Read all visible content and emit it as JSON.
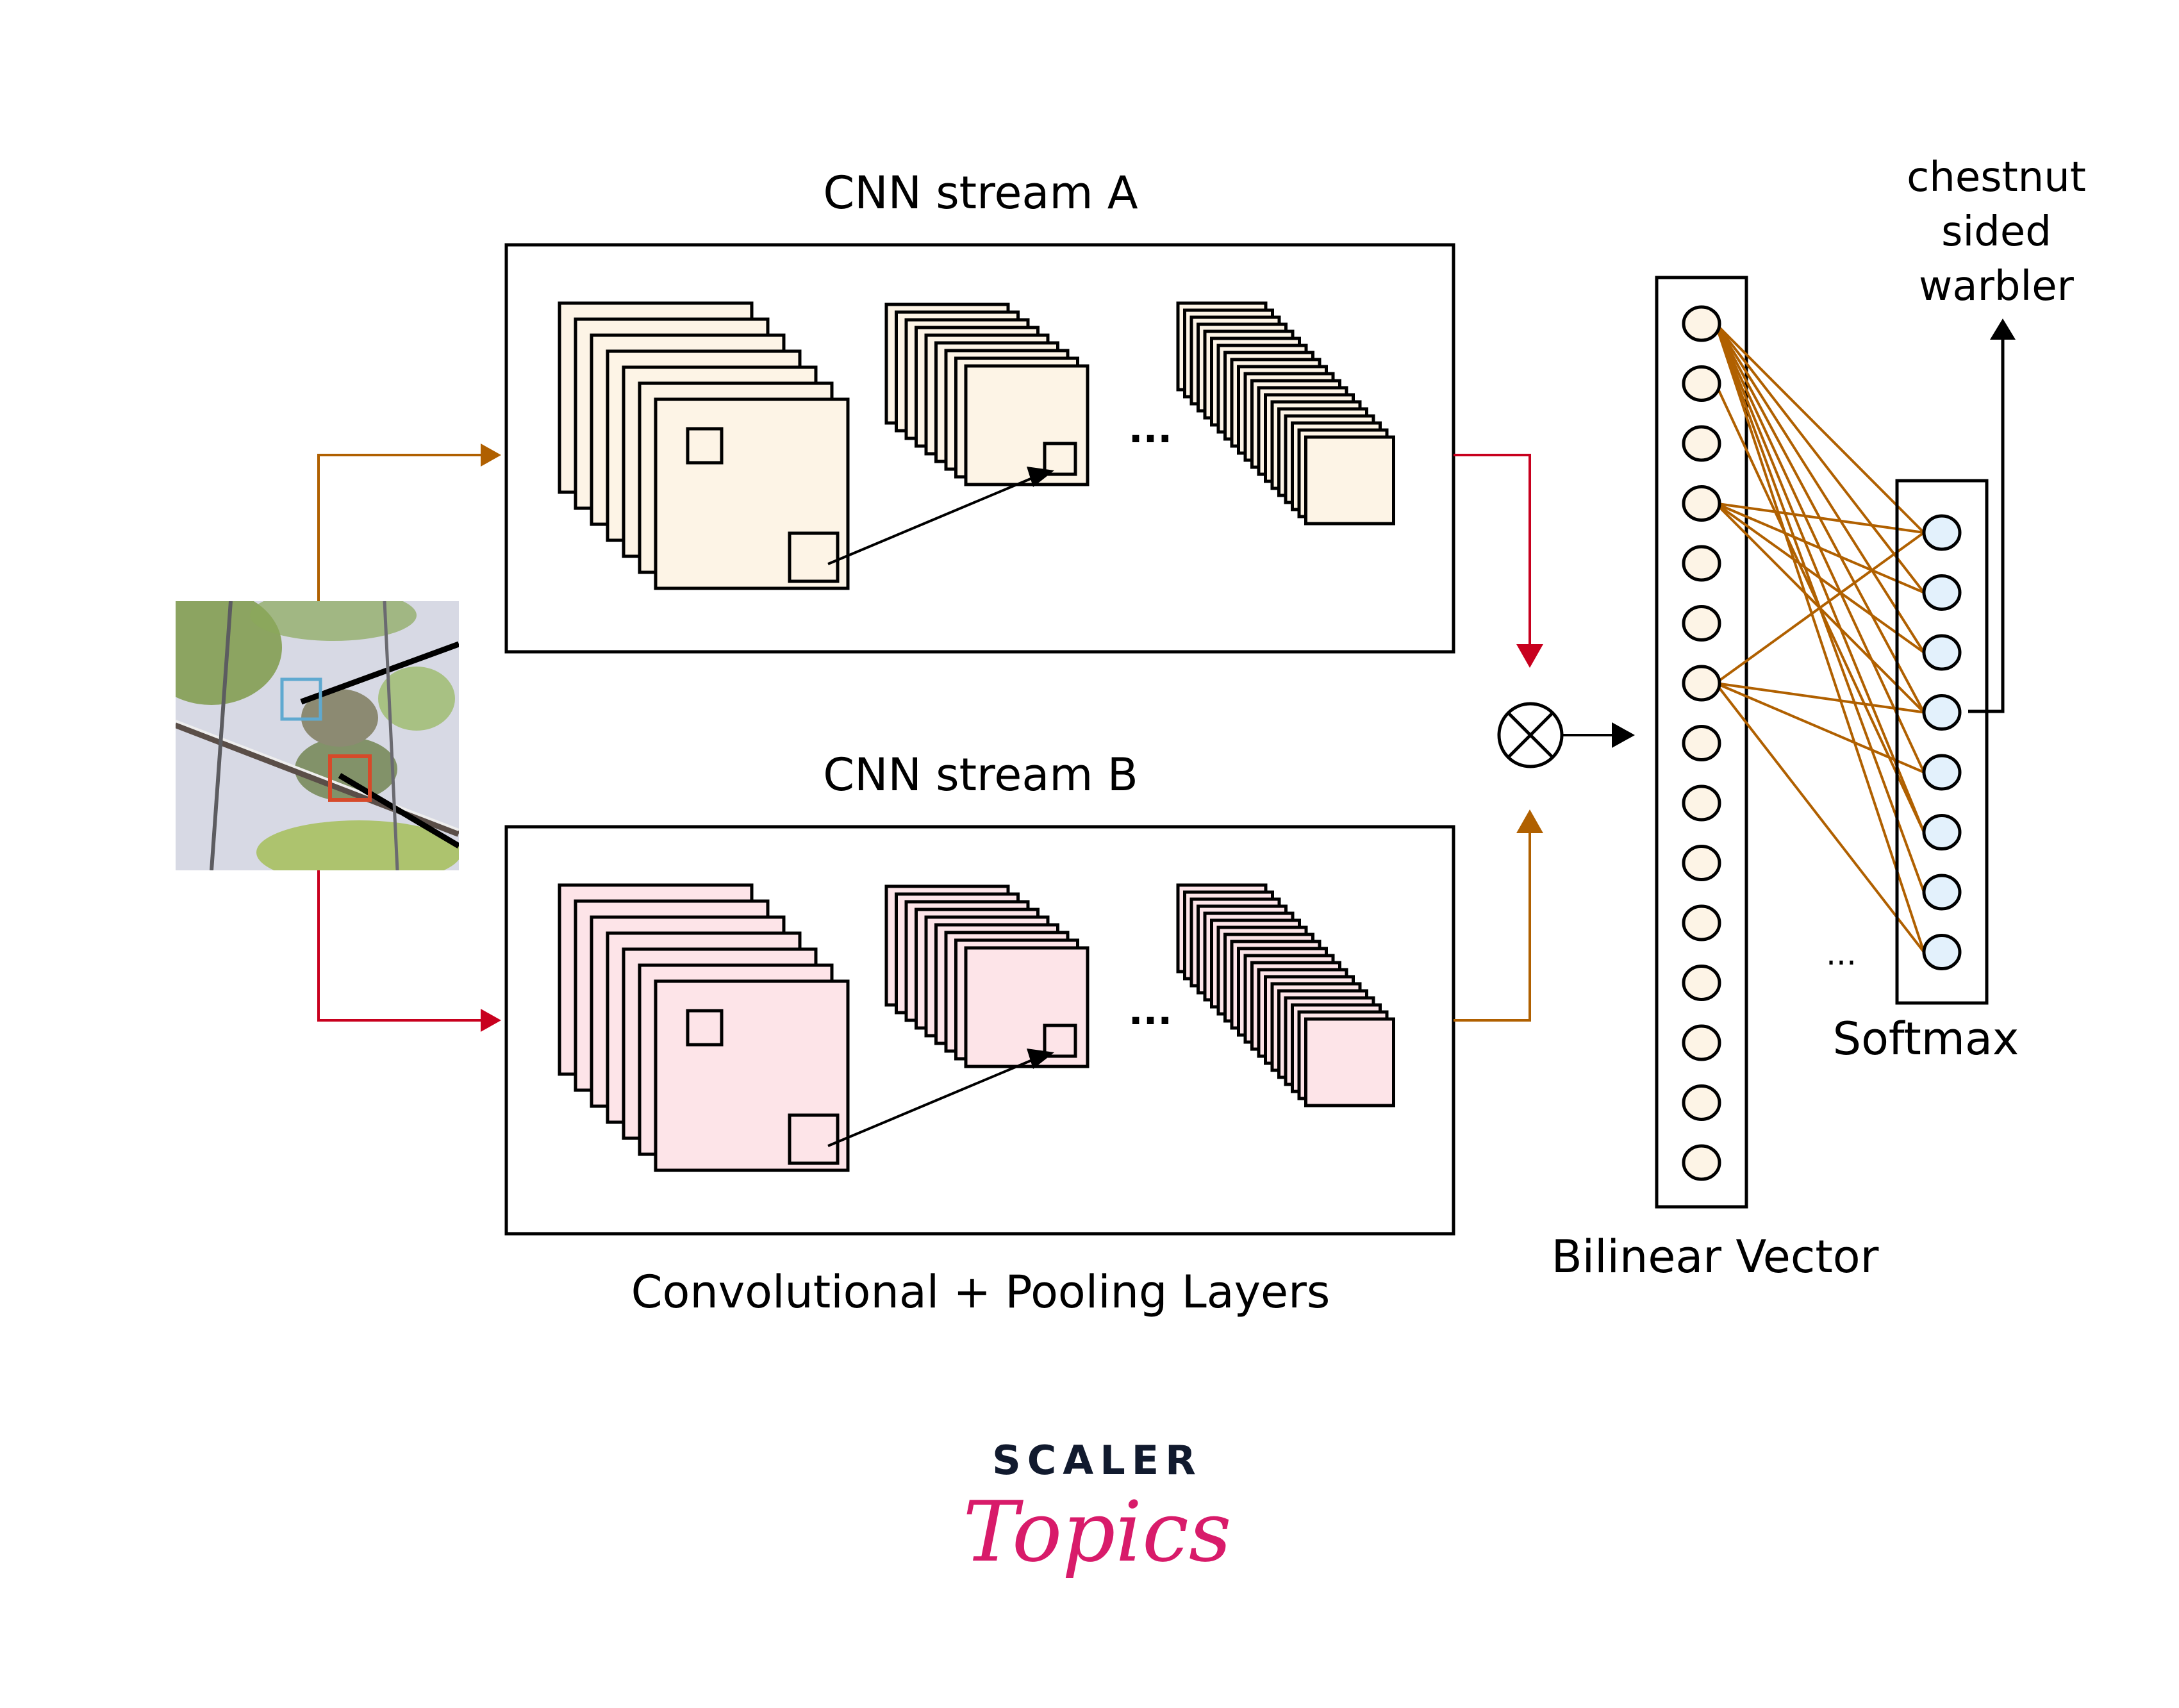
{
  "labels": {
    "stream_a_title": "CNN stream A",
    "stream_b_title": "CNN stream B",
    "conv_pool_caption": "Convolutional + Pooling Layers",
    "bilinear_caption": "Bilinear Vector",
    "softmax_caption": "Softmax",
    "output_class_lines": [
      "chestnut",
      "sided",
      "warbler"
    ],
    "ellipsis": "...",
    "bilinear_operator_symbol": "⊗"
  },
  "streams": [
    {
      "id": "A",
      "fill": "#fdf4e6",
      "layer_groups": [
        {
          "maps": 7
        },
        {
          "maps": 9
        },
        {
          "maps": 20
        }
      ],
      "input_arrow_color": "#b06000",
      "output_arrow_color": "#c8001e"
    },
    {
      "id": "B",
      "fill": "#fde4e8",
      "layer_groups": [
        {
          "maps": 7
        },
        {
          "maps": 9
        },
        {
          "maps": 20
        }
      ],
      "input_arrow_color": "#c8001e",
      "output_arrow_color": "#b06000"
    }
  ],
  "input_image": {
    "description": "bird photo (chestnut-sided warbler) among branches",
    "region_markers": [
      {
        "color": "#5fa9d0"
      },
      {
        "color": "#d64a2a"
      }
    ]
  },
  "bilinear_vector": {
    "nodes": 15,
    "node_fill": "#fdf4e6"
  },
  "softmax": {
    "nodes": 8,
    "node_fill": "#e3f1fc",
    "selected_index": 3
  },
  "connections": {
    "color": "#b06000",
    "edges": [
      [
        0,
        0
      ],
      [
        0,
        1
      ],
      [
        0,
        2
      ],
      [
        0,
        3
      ],
      [
        0,
        4
      ],
      [
        0,
        5
      ],
      [
        0,
        6
      ],
      [
        0,
        7
      ],
      [
        1,
        5
      ],
      [
        3,
        0
      ],
      [
        3,
        1
      ],
      [
        3,
        2
      ],
      [
        3,
        3
      ],
      [
        6,
        0
      ],
      [
        6,
        3
      ],
      [
        6,
        4
      ],
      [
        6,
        7
      ]
    ]
  },
  "colors": {
    "stroke": "#000000",
    "orange": "#b06000",
    "red": "#c8001e",
    "brand_dark": "#111a2e",
    "brand_pink": "#d81b6a"
  },
  "branding": {
    "top": "SCALER",
    "script": "Topics"
  }
}
